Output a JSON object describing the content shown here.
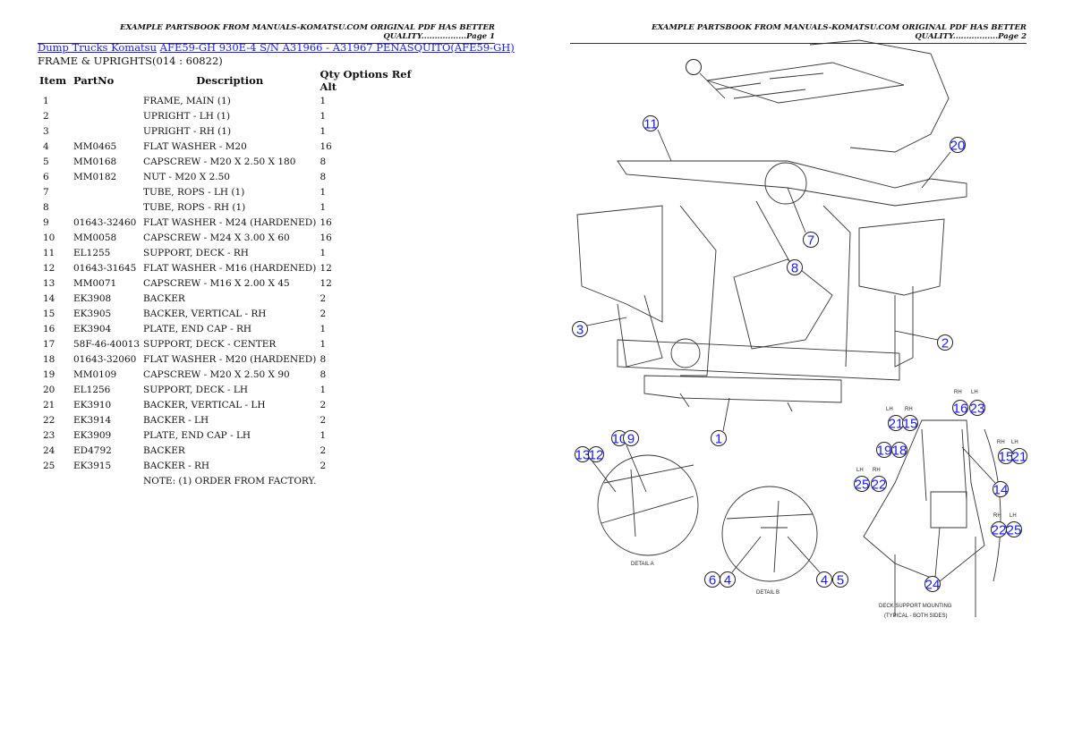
{
  "page1": {
    "header": "EXAMPLE PARTSBOOK FROM MANUALS-KOMATSU.COM ORIGINAL PDF HAS BETTER QUALITY.................Page 1",
    "breadcrumb": {
      "link1": "Dump Trucks Komatsu",
      "link2": "AFE59-GH 930E-4 S/N A31966 - A31967 PENASQUITO(AFE59-GH)"
    },
    "subtitle": "FRAME & UPRIGHTS(014 : 60822)",
    "columns": [
      "Item",
      "PartNo",
      "Description",
      "Qty Options Ref Alt"
    ],
    "rows": [
      [
        "1",
        "",
        "FRAME, MAIN (1)",
        "1"
      ],
      [
        "2",
        "",
        "UPRIGHT - LH (1)",
        "1"
      ],
      [
        "3",
        "",
        "UPRIGHT - RH (1)",
        "1"
      ],
      [
        "4",
        "MM0465",
        "FLAT WASHER - M20",
        "16"
      ],
      [
        "5",
        "MM0168",
        "CAPSCREW - M20 X 2.50 X 180",
        "8"
      ],
      [
        "6",
        "MM0182",
        "NUT - M20 X 2.50",
        "8"
      ],
      [
        "7",
        "",
        "TUBE, ROPS - LH (1)",
        "1"
      ],
      [
        "8",
        "",
        "TUBE, ROPS - RH (1)",
        "1"
      ],
      [
        "9",
        "01643-32460",
        "FLAT WASHER - M24 (HARDENED)",
        "16"
      ],
      [
        "10",
        "MM0058",
        "CAPSCREW - M24 X 3.00 X 60",
        "16"
      ],
      [
        "11",
        "EL1255",
        "SUPPORT, DECK - RH",
        "1"
      ],
      [
        "12",
        "01643-31645",
        "FLAT WASHER - M16 (HARDENED)",
        "12"
      ],
      [
        "13",
        "MM0071",
        "CAPSCREW - M16 X 2.00 X 45",
        "12"
      ],
      [
        "14",
        "EK3908",
        "BACKER",
        "2"
      ],
      [
        "15",
        "EK3905",
        "BACKER, VERTICAL - RH",
        "2"
      ],
      [
        "16",
        "EK3904",
        "PLATE, END CAP - RH",
        "1"
      ],
      [
        "17",
        "58F-46-40013",
        "SUPPORT, DECK - CENTER",
        "1"
      ],
      [
        "18",
        "01643-32060",
        "FLAT WASHER - M20 (HARDENED)",
        "8"
      ],
      [
        "19",
        "MM0109",
        "CAPSCREW - M20 X 2.50 X 90",
        "8"
      ],
      [
        "20",
        "EL1256",
        "SUPPORT, DECK - LH",
        "1"
      ],
      [
        "21",
        "EK3910",
        "BACKER, VERTICAL - LH",
        "2"
      ],
      [
        "22",
        "EK3914",
        "BACKER - LH",
        "2"
      ],
      [
        "23",
        "EK3909",
        "PLATE, END CAP - LH",
        "1"
      ],
      [
        "24",
        "ED4792",
        "BACKER",
        "2"
      ],
      [
        "25",
        "EK3915",
        "BACKER - RH",
        "2"
      ],
      [
        "",
        "",
        "NOTE: (1) ORDER FROM FACTORY.",
        ""
      ]
    ]
  },
  "page2": {
    "header": "EXAMPLE PARTSBOOK FROM MANUALS-KOMATSU.COM ORIGINAL PDF HAS BETTER QUALITY.................Page 2",
    "callouts": [
      "",
      "11",
      "20",
      "7",
      "8",
      "3",
      "2",
      "1",
      "10",
      "9",
      "13",
      "12",
      "6",
      "4",
      "4",
      "5",
      "21",
      "15",
      "16",
      "23",
      "19",
      "18",
      "15",
      "21",
      "25",
      "22",
      "14",
      "22",
      "25",
      "24"
    ],
    "detail_a": "DETAIL A",
    "detail_b": "DETAIL B",
    "mount_title": "DECK SUPPORT MOUNTING",
    "mount_sub": "(TYPICAL - BOTH SIDES)",
    "side_labels": {
      "rh": "RH",
      "lh": "LH"
    }
  }
}
